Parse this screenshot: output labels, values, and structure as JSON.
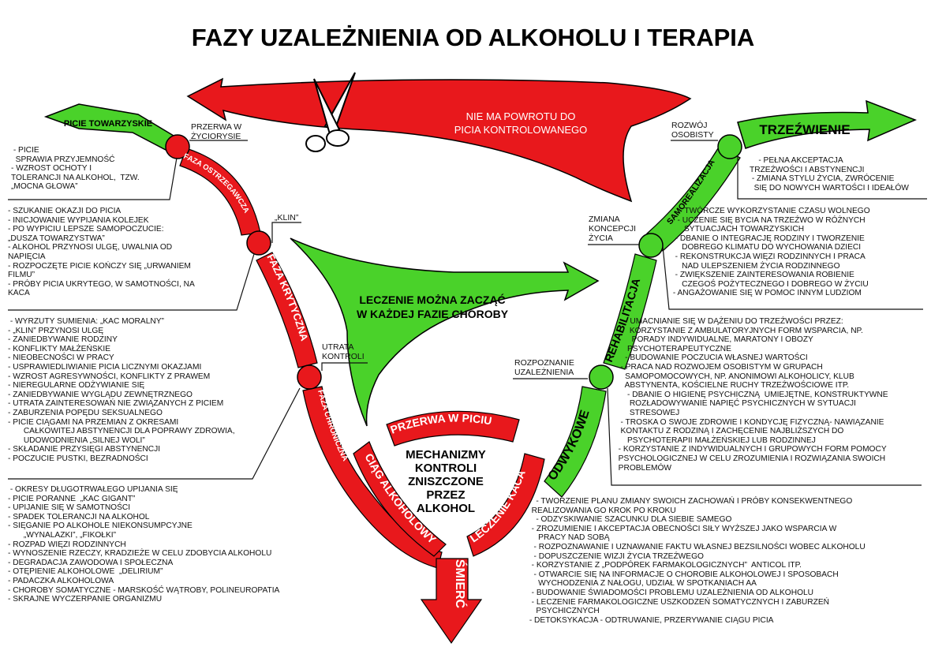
{
  "title": "FAZY UZALEŻNIENIA OD ALKOHOLU I TERAPIA",
  "colors": {
    "red": "#e8181c",
    "green": "#4ad22a",
    "outline": "#000000"
  },
  "icons": {
    "scissors": "scissors-icon"
  },
  "banners": {
    "no_return": [
      "NIE MA POWROTU DO",
      "PICIA KONTROLOWANEGO"
    ],
    "treatment": [
      "LECZENIE MOŻNA ZACZĄĆ",
      "W KAŻDEJ FAZIE CHOROBY"
    ],
    "picie_towarzyskie": "PICIE TOWARZYSKIE",
    "trzezwienie": "TRZEŹWIENIE",
    "przerwa_w_piciu": "PRZERWA W PICIU",
    "smierc": "ŚMIERĆ"
  },
  "phases": {
    "ostrzegawcza": "FAZA OSTRZEGAWCZA",
    "krytyczna": "FAZA KRYTYCZNA",
    "chroniczna": "FAZA CHRONICZNA",
    "ciag": "CIĄG ALKOHOLOWY",
    "leczenie_kaca": "LECZENIE KACA",
    "odwykowe": "ODWYKOWE",
    "rehabilitacja": "REHABILITACJA",
    "samorealizacja": "SAMOREALIZACJA"
  },
  "center": [
    "MECHANIZMY",
    "KONTROLI",
    "ZNISZCZONE",
    "PRZEZ",
    "ALKOHOL"
  ],
  "nodes": {
    "przerwa": [
      "PRZERWA W",
      "ŻYCIORYSIE"
    ],
    "klin": "„KLIN”",
    "utrata": [
      "UTRATA",
      "KONTROLI"
    ],
    "rozpoznanie": [
      "ROZPOZNANIE",
      "UZALEŻNIENIA"
    ],
    "zmiana": [
      "ZMIANA",
      "KONCEPCJI",
      "ŻYCIA"
    ],
    "rozwoj": [
      "ROZWÓJ",
      "OSOBISTY"
    ]
  },
  "lists": {
    "social": [
      " - PICIE",
      "  SPRAWIA PRZYJEMNOŚĆ",
      "- WZROST OCHOTY I",
      "TOLERANCJI NA ALKOHOL,  TZW.",
      "„MOCNA GŁOWA”"
    ],
    "warning": [
      "- SZUKANIE OKAZJI DO PICIA",
      "- INICJOWANIE WYPIJANIA KOLEJEK",
      "- PO WYPICIU LEPSZE SAMOPOCZUCIE:",
      "„DUSZA TOWARZYSTWA”",
      "- ALKOHOL PRZYNOSI ULGĘ, UWALNIA OD",
      "NAPIĘCIA",
      "- ROZPOCZĘTE PICIE KOŃCZY SIĘ „URWANIEM",
      "FILMU”",
      "- PRÓBY PICIA UKRYTEGO, W SAMOTNOŚCI, NA",
      "KACA"
    ],
    "critical": [
      " - WYRZUTY SUMIENIA: „KAC MORALNY”",
      "- „KLIN” PRZYNOSI ULGĘ",
      "- ZANIEDBYWANIE RODZINY",
      "- KONFLIKTY MAŁŻEŃSKIE",
      "- NIEOBECNOŚCI W PRACY",
      "- USPRAWIEDLIWIANIE PICIA LICZNYMI OKAZJAMI",
      "- WZROST AGRESYWNOŚCI, KONFLIKTY Z PRAWEM",
      "- NIEREGULARNE ODŻYWIANIE SIĘ",
      "- ZANIEDBYWANIE WYGLĄDU ZEWNĘTRZNEGO",
      "- UTRATA ZAINTERESOWAŃ NIE ZWIĄZANYCH Z PICIEM",
      "- ZABURZENIA POPĘDU SEKSUALNEGO",
      "- PICIE CIĄGAMI NA PRZEMIAN Z OKRESAMI",
      "       CAŁKOWITEJ ABSTYNENCJI DLA POPRAWY ZDROWIA,",
      "       UDOWODNIENIA „SILNEJ WOLI”",
      "- SKŁADANIE PRZYSIĘGI ABSTYNENCJI",
      "- POCZUCIE PUSTKI, BEZRADNOŚCI"
    ],
    "chronic": [
      " - OKRESY DŁUGOTRWAŁEGO UPIJANIA SIĘ",
      "- PICIE PORANNE  „KAC GIGANT”",
      "- UPIJANIE SIĘ W SAMOTNOŚCI",
      "- SPADEK TOLERANCJI NA ALKOHOL",
      "- SIĘGANIE PO ALKOHOLE NIEKONSUMPCYJNE",
      "       „WYNALAZKI”, „FIKOŁKI”",
      "- ROZPAD WIĘZI RODZINNYCH",
      "- WYNOSZENIE RZECZY, KRADZIEŻE W CELU ZDOBYCIA ALKOHOLU",
      "- DEGRADACJA ZAWODOWA I SPOŁECZNA",
      "- OTĘPIENIE ALKOHOLOWE  „DELIRIUM”",
      "- PADACZKA ALKOHOLOWA",
      "- CHOROBY SOMATYCZNE - MARSKOŚĆ WĄTROBY, POLINEUROPATIA",
      "- SKRAJNE WYCZERPANIE ORGANIZMU"
    ],
    "sobriety": [
      "    - PEŁNA AKCEPTACJA",
      "TRZEŹWOŚCI I ABSTYNENCJI",
      " - ZMIANA STYLU ŻYCIA, ZWRÓCENIE",
      "  SIĘ DO NOWYCH WARTOŚCI I IDEAŁÓW"
    ],
    "selfreal": [
      "    - TWÓRCZE WYKORZYSTANIE CZASU WOLNEGO",
      "   - UCZENIE SIĘ BYCIA NA TRZEŹWO W RÓŻNYCH",
      "      SYTUACJACH TOWARZYSKICH",
      "  - DBANIE O INTEGRACJĘ RODZINY I TWORZENIE",
      "     DOBREGO KLIMATU DO WYCHOWANIA DZIECI",
      "  - REKONSTRUKCJA WIĘZI RODZINNYCH I PRACA",
      "     NAD ULEPSZENIEM ŻYCIA RODZINNEGO",
      "  - ZWIĘKSZENIE ZAINTERESOWANIA ROBIENIE",
      "     CZEGOŚ POŻYTECZNEGO I DOBREGO W ŻYCIU",
      " - ANGAŻOWANIE SIĘ W POMOC INNYM LUDZIOM"
    ],
    "rehab": [
      "     - UMACNIANIE SIĘ W DĄŻENIU DO TRZEŹWOŚCI PRZEZ:",
      "       KORZYSTANIE Z AMBULATORYJNYCH FORM WSPARCIA, NP.",
      "        PORADY INDYWIDUALNE, MARATONY I OBOZY",
      "      PSYCHOTERAPEUTYCZNE",
      "     - BUDOWANIE POCZUCIA WŁASNEJ WARTOŚCI",
      "   - PRACA NAD ROZWOJEM OSOBISTYM W GRUPACH",
      "     SAMOPOMOCOWYCH, NP. ANONIMOWI ALKOHOLICY, KLUB",
      "     ABSTYNENTA, KOŚCIELNE RUCHY TRZEŹWOŚCIOWE ITP.",
      "      - DBANIE O HIGIENĘ PSYCHICZNĄ  UMIEJĘTNE, KONSTRUKTYWNE",
      "       ROZŁADOWYWANIE NAPIĘĆ PSYCHICZNYCH W SYTUACJI",
      "       STRESOWEJ",
      "   - TROSKA O SWOJE ZDROWIE I KONDYCJĘ FIZYCZNĄ- NAWIĄZANIE",
      "   KONTAKTU Z RODZINĄ I ZACHĘCENIE NAJBLIŻSZYCH DO",
      "      PSYCHOTERAPII MAŁŻEŃSKIEJ LUB RODZINNEJ",
      "  - KORZYSTANIE Z INDYWIDUALNYCH I GRUPOWYCH FORM POMOCY",
      "  PSYCHOLOGICZNEJ W CELU ZROZUMIENIA I ROZWIĄZANIA SWOICH",
      "  PROBLEMÓW"
    ],
    "detox": [
      "    - TWORZENIE PLANU ZMIANY SWOICH ZACHOWAŃ I PRÓBY KONSEKWENTNEGO",
      "  REALIZOWANIA GO KROK PO KROKU",
      "    - ODZYSKIWANIE SZACUNKU DLA SIEBIE SAMEGO",
      "  - ZROZUMIENIE I AKCEPTACJA OBECNOŚCI SIŁY WYŻSZEJ JAKO WSPARCIA W",
      "     PRACY NAD SOBĄ",
      "   - ROZPOZNAWANIE I UZNAWANIE FAKTU WŁASNEJ BEZSILNOŚCI WOBEC ALKOHOLU",
      "   - DOPUSZCZENIE WIZJI ŻYCIA TRZEŹWEGO",
      "  - KORZYSTANIE Z „PODPÓREK FARMAKOLOGICZNYCH”  ANTICOL ITP.",
      "   - OTWARCIE SIĘ NA INFORMACJE O CHOROBIE ALKOHOLOWEJ I SPOSOBACH",
      "     WYCHODZENIA Z NAŁOGU, UDZIAŁ W SPOTKANIACH AA",
      "  - BUDOWANIE ŚWIADOMOŚCI PROBLEMU UZALEŻNIENIA OD ALKOHOLU",
      "  - LECZENIE FARMAKOLOGICZNE USZKODZEŃ SOMATYCZNYCH I ZABURZEŃ",
      "    PSYCHICZNYCH",
      " - DETOKSYKACJA - ODTRUWANIE, PRZERYWANIE CIĄGU PICIA"
    ]
  }
}
